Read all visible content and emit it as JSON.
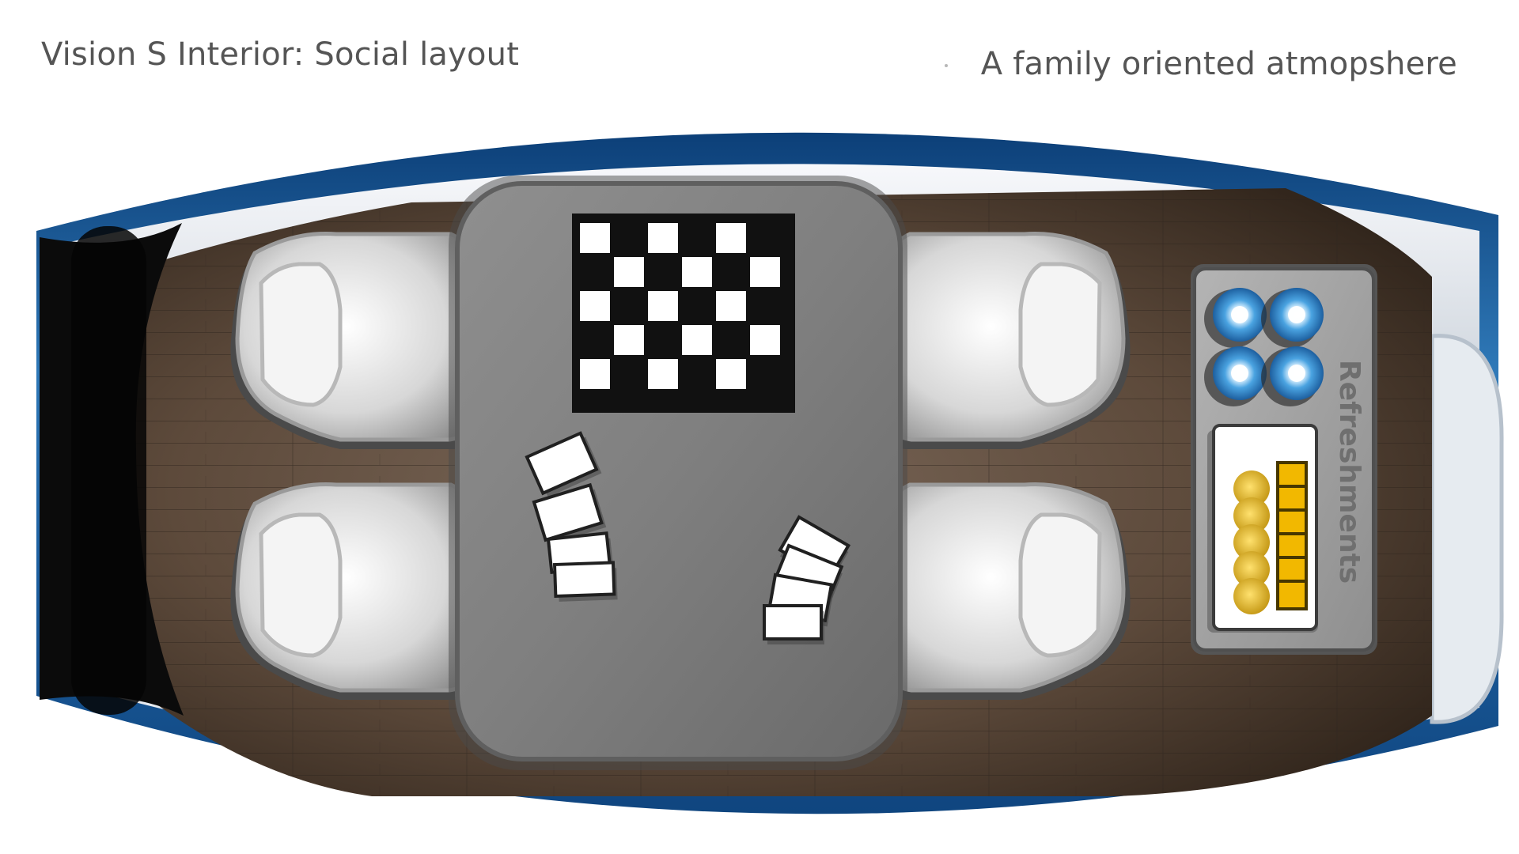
{
  "slide": {
    "title": "Vision S Interior:  Social layout",
    "subtitle": "A family oriented atmopshere"
  },
  "diagram": {
    "refreshment_label": "Refreshments",
    "colors": {
      "hull_blue": "#1f5d9d",
      "hull_inner": "#d8dde3",
      "wood_dark": "#4a3a2b",
      "wood_light": "#7a6656",
      "table": "#8a8a8a",
      "checker_dark": "#111111",
      "checker_light": "#ffffff",
      "cup": "#3a8fd2",
      "gold": "#d8a400",
      "panel": "#a6a6a6"
    },
    "icons": [
      "seat-icon",
      "chessboard-icon",
      "card-stack-icon",
      "cup-icon",
      "food-icon"
    ]
  }
}
